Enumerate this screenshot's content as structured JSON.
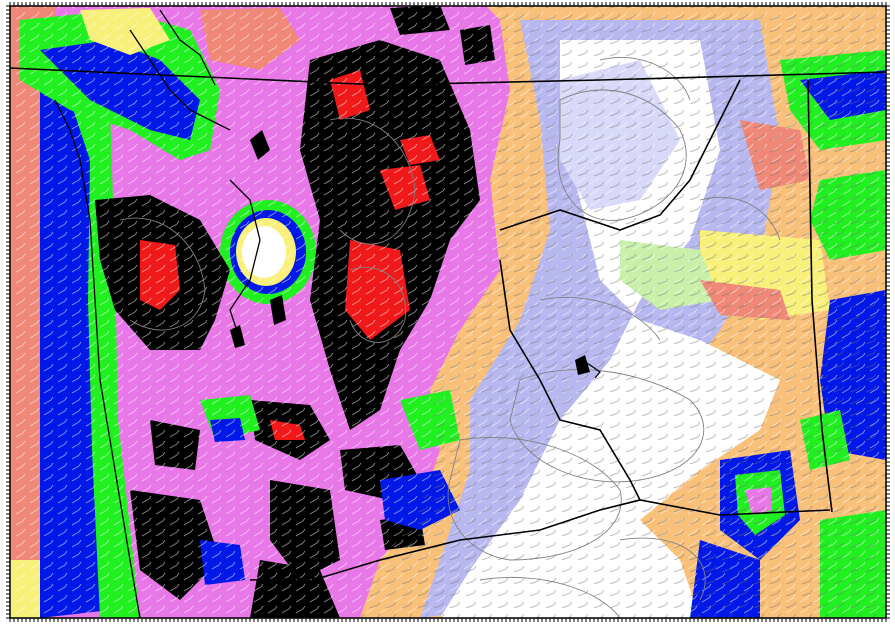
{
  "map": {
    "legend_colors": {
      "salmon": "#f08878",
      "yellow": "#f8f078",
      "blue": "#0018e8",
      "green": "#20f020",
      "magenta": "#e878e8",
      "black": "#000000",
      "red": "#f01818",
      "lavender": "#b8b8f0",
      "white": "#ffffff",
      "light_green": "#c8f0a8",
      "orange": "#f8c078",
      "contour": "#808080",
      "border": "#000000"
    },
    "features": [
      "coastline",
      "state-borders",
      "precip-contours",
      "wind-barbs",
      "tick-frame"
    ]
  }
}
